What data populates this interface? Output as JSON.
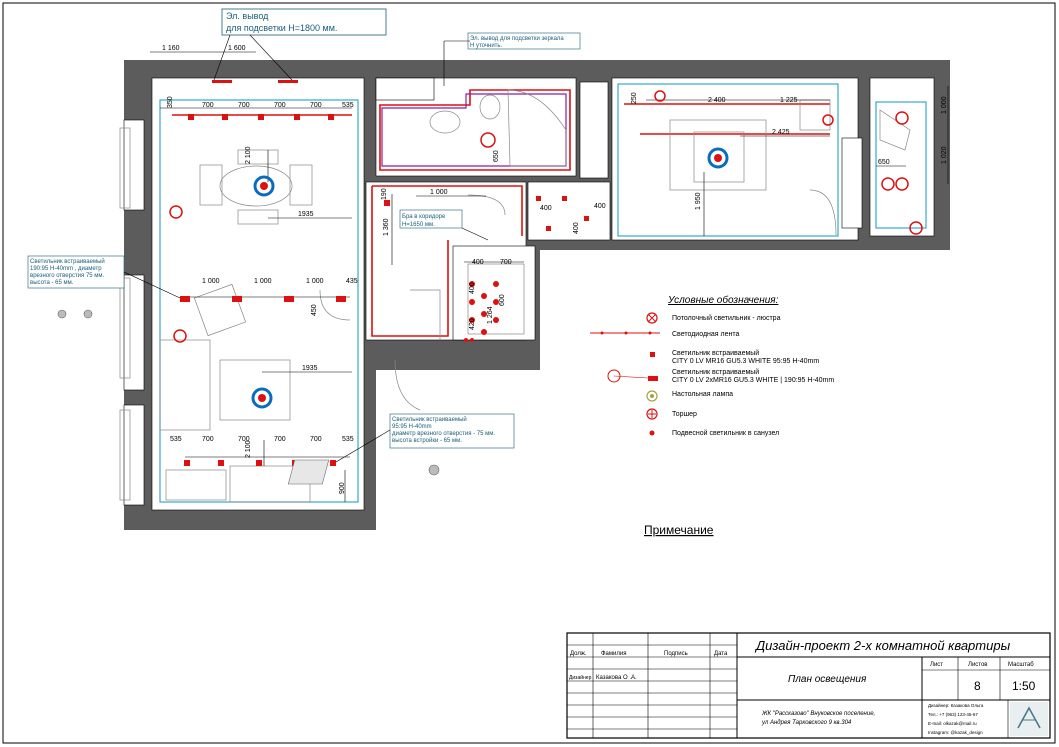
{
  "callouts": {
    "bracket_outlet_line1": "Эл. вывод",
    "bracket_outlet_line2": "для подсветки H=1800 мм.",
    "mirror_outlet_line1": "Эл. вывод для подсветки зеркала",
    "mirror_outlet_line2": "Н уточнить.",
    "corridor_sconce_line1": "Бра в коридоре",
    "corridor_sconce_line2": "Н=1650 мм.",
    "recessed_left_line1": "Светильник встраиваемый",
    "recessed_left_line2": "190:95 H-40mm , диаметр",
    "recessed_left_line3": "врезного отверстия 75 мм.",
    "recessed_left_line4": "высота - 65 мм.",
    "recessed_center_line1": "Светильник встраиваемый",
    "recessed_center_line2": "95:95 H-40mm",
    "recessed_center_line3": "диаметр врезного отверстия - 75 мм.",
    "recessed_center_line4": "высота встройки - 65 мм."
  },
  "dimensions": {
    "top_a": "1 160",
    "top_b": "1 600",
    "living_row_top": [
      "700",
      "700",
      "700",
      "700",
      "535"
    ],
    "living_row_top_left": "350",
    "kitchen_v": "2 100",
    "dist_1935_a": "1935",
    "mid_row": [
      "1 000",
      "1 000",
      "1 000"
    ],
    "mid_right": "435",
    "mid_v": "450",
    "dist_1935_b": "1935",
    "bottom_row": [
      "535",
      "700",
      "700",
      "700",
      "700",
      "535"
    ],
    "bottom_v_a": "2 100",
    "bottom_v_b": "900",
    "corridor_1000": "1 000",
    "corridor_1360": "1 360",
    "corridor_190": "190",
    "bath_650": "650",
    "closet_400_a": "400",
    "closet_700": "700",
    "closet_400_b": "400",
    "closet_420": "420",
    "closet_1264": "1 264",
    "closet_600": "600",
    "hall_400_a": "400",
    "hall_400_b": "400",
    "hall_400_c": "400",
    "bed_2400": "2 400",
    "bed_1225": "1 225",
    "bed_2425": "2 425",
    "bed_1950": "1 950",
    "bed_250": "250",
    "balc_1000": "1 000",
    "balc_1020": "1 020",
    "balc_650": "650"
  },
  "legend": {
    "title": "Условные обозначения:",
    "items": [
      {
        "label": "Потолочный светильник - люстра"
      },
      {
        "label": "Светодиодная лента"
      },
      {
        "label": "Светильник встраиваемый",
        "sub": "CITY 0 LV MR16 GU5.3 WHITE 95:95 H-40mm"
      },
      {
        "label": "Светильник встраиваемый",
        "sub": "CITY 0 LV 2xMR16 GU5.3 WHITE | 190:95 H-40mm"
      },
      {
        "label": "Настольная лампа"
      },
      {
        "label": "Торшер"
      },
      {
        "label": "Подвесной светильник в санузел"
      }
    ]
  },
  "note": "Примечание",
  "title_block": {
    "project": "Дизайн-проект 2-х комнатной квартиры",
    "sheet_title": "План освещения",
    "col_dolzh": "Долж.",
    "col_familiya": "Фамилия",
    "col_podpis": "Подпись",
    "col_data": "Дата",
    "role": "Дизайнер",
    "author": "Казакова О .А.",
    "hdr_list": "Лист",
    "hdr_listov": "Листов",
    "hdr_masshtab": "Масштаб",
    "sheet": "8",
    "scale": "1:50",
    "address_line1": "ЖК \"Рассказово\" Внуковское поселение,",
    "address_line2": "ул Андрея Тарковского 9 кв.304",
    "contact_line1": "Дизайнер: Казакова Ольга",
    "contact_line2": "Тел.: +7 (963) 123-45-67",
    "contact_line3": "E-mail: olkazak@mail.ru",
    "contact_line4": "Instagram: @kazak_design"
  }
}
